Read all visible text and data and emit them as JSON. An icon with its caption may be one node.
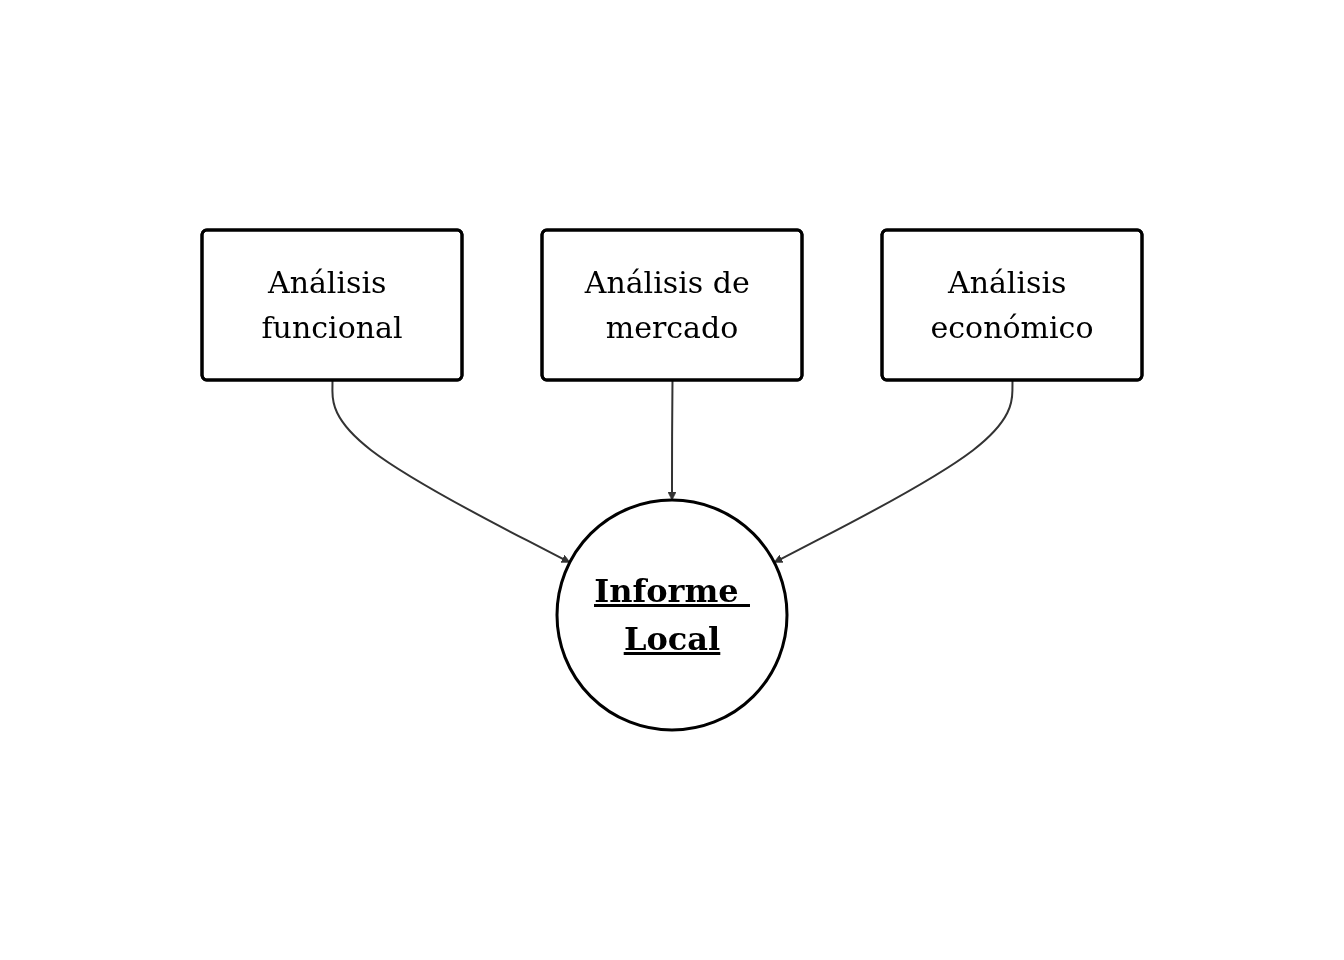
{
  "diagram": {
    "nodes": [
      {
        "text": [
          "Análisis funcional"
        ]
      },
      {
        "text": [
          "Análisis de mercado"
        ]
      },
      {
        "text": [
          "Análisis económico"
        ]
      },
      {
        "text": [
          "Informe Local"
        ]
      }
    ],
    "edges": [
      {
        "from": 0,
        "to": 3,
        "arrow": "to"
      },
      {
        "from": 1,
        "to": 3,
        "arrow": "to"
      },
      {
        "from": 2,
        "to": 3,
        "arrow": "to"
      }
    ]
  }
}
